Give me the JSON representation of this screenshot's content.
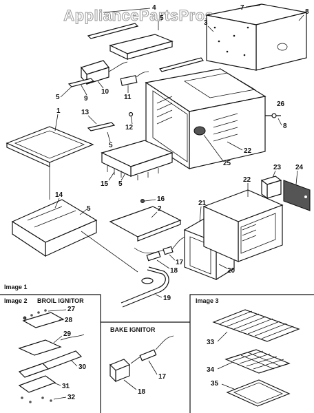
{
  "watermark": "AppliancePartsPros.com",
  "sections": {
    "image1": "Image 1",
    "image2": "Image 2",
    "image3": "Image 3",
    "broil_ignitor": "BROIL IGNITOR",
    "bake_ignitor": "BAKE IGNITOR"
  },
  "callouts": {
    "c1": "1",
    "c2": "2",
    "c3": "3",
    "c4": "4",
    "c5a": "5",
    "c5b": "5",
    "c5c": "5",
    "c5d": "5",
    "c5e": "5",
    "c7": "7",
    "c8a": "8",
    "c8b": "8",
    "c9": "9",
    "c10": "10",
    "c11": "11",
    "c12": "12",
    "c13": "13",
    "c14": "14",
    "c15": "15",
    "c16": "16",
    "c17a": "17",
    "c18a": "18",
    "c19": "19",
    "c20": "20",
    "c21": "21",
    "c22a": "22",
    "c22b": "22",
    "c23": "23",
    "c24": "24",
    "c25": "25",
    "c26": "26",
    "c27": "27",
    "c28": "28",
    "c29": "29",
    "c30": "30",
    "c31": "31",
    "c32": "32",
    "c17b": "17",
    "c18b": "18",
    "c33": "33",
    "c34": "34",
    "c35": "35"
  }
}
